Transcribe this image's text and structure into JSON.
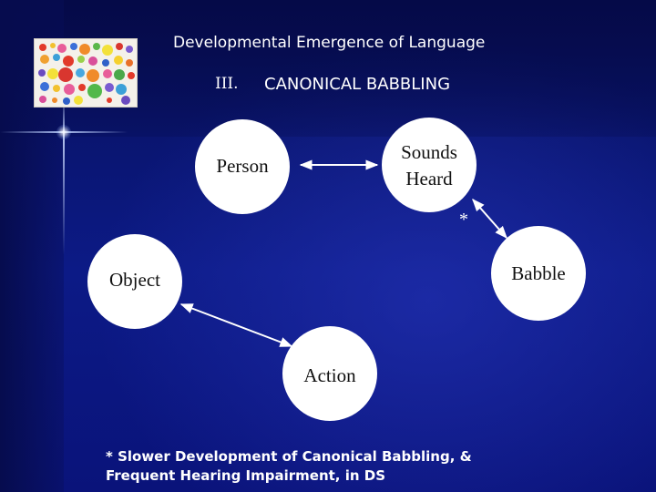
{
  "slide": {
    "title": "Developmental Emergence of Language",
    "section_number": "III.",
    "section_title": "CANONICAL BABBLING"
  },
  "diagram": {
    "nodes": {
      "person": "Person",
      "sounds_heard_line1": "Sounds",
      "sounds_heard_line2": "Heard",
      "babble": "Babble",
      "object": "Object",
      "action": "Action"
    },
    "star_marker": "*"
  },
  "footnote": {
    "line1": "* Slower Development of Canonical Babbling, &",
    "line2": "Frequent Hearing Impairment, in DS"
  },
  "colors": {
    "background": "#0a0f6e",
    "node_fill": "#ffffff",
    "text": "#ffffff"
  }
}
